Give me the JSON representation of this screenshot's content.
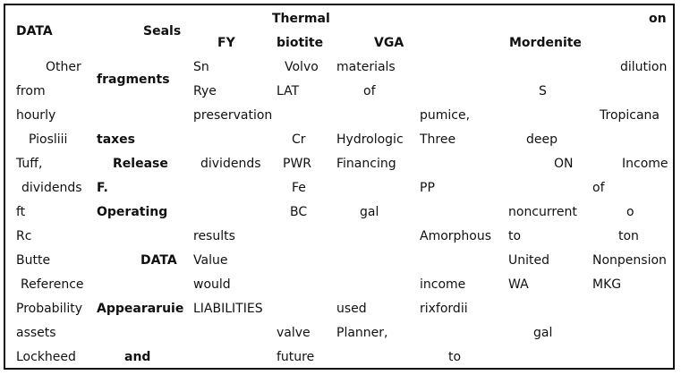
{
  "header": {
    "data": "DATA",
    "seals": "Seals",
    "fy": "FY",
    "thermal": "Thermal",
    "biotite": "biotite",
    "vga": "VGA",
    "mordenite": "Mordenite",
    "on": "on"
  },
  "rows": [
    {
      "c1": "Other",
      "c2": "fragments",
      "c3": "Sn",
      "c4": "Volvo",
      "c5": "materials",
      "c6": "",
      "c7": "",
      "c8": "dilution"
    },
    {
      "c1": "from",
      "c2": "",
      "c3": "Rye",
      "c4": "LAT",
      "c5": "of",
      "c6": "",
      "c7": "S",
      "c8": ""
    },
    {
      "c1": "hourly",
      "c2": "",
      "c3": "preservation",
      "c4": "",
      "c5": "",
      "c6": "pumice,",
      "c7": "",
      "c8": "Tropicana"
    },
    {
      "c1": "Piosliii",
      "c2": "taxes",
      "c3": "",
      "c4": "Cr",
      "c5": "Hydrologic",
      "c6": "Three",
      "c7": "deep",
      "c8": ""
    },
    {
      "c1": "Tuff,",
      "c2": "Release",
      "c3": "dividends",
      "c4": "PWR",
      "c5": "Financing",
      "c6": "",
      "c7": "ON",
      "c8": "Income"
    },
    {
      "c1": "dividends",
      "c2": "F.",
      "c3": "",
      "c4": "Fe",
      "c5": "",
      "c6": "PP",
      "c7": "",
      "c8": "of"
    },
    {
      "c1": "ft",
      "c2": "Operating",
      "c3": "",
      "c4": "BC",
      "c5": "gal",
      "c6": "",
      "c7": "noncurrent",
      "c8": "o"
    },
    {
      "c1": "Rc",
      "c2": "",
      "c3": "results",
      "c4": "",
      "c5": "",
      "c6": "Amorphous",
      "c7": "to",
      "c8": "ton"
    },
    {
      "c1": "Butte",
      "c2": "DATA",
      "c3": "Value",
      "c4": "",
      "c5": "",
      "c6": "",
      "c7": "United",
      "c8": "Nonpension"
    },
    {
      "c1": "Reference",
      "c2": "",
      "c3": "would",
      "c4": "",
      "c5": "",
      "c6": "income",
      "c7": "WA",
      "c8": "MKG"
    },
    {
      "c1": "Probability",
      "c2": "Appeararuie",
      "c3": "LIABILITIES",
      "c4": "",
      "c5": "used",
      "c6": "rixfordii",
      "c7": "",
      "c8": ""
    },
    {
      "c1": "assets",
      "c2": "",
      "c3": "",
      "c4": "valve",
      "c5": "Planner,",
      "c6": "",
      "c7": "gal",
      "c8": ""
    },
    {
      "c1": "Lockheed",
      "c2": "and",
      "c3": "",
      "c4": "future",
      "c5": "",
      "c6": "to",
      "c7": "",
      "c8": ""
    }
  ]
}
